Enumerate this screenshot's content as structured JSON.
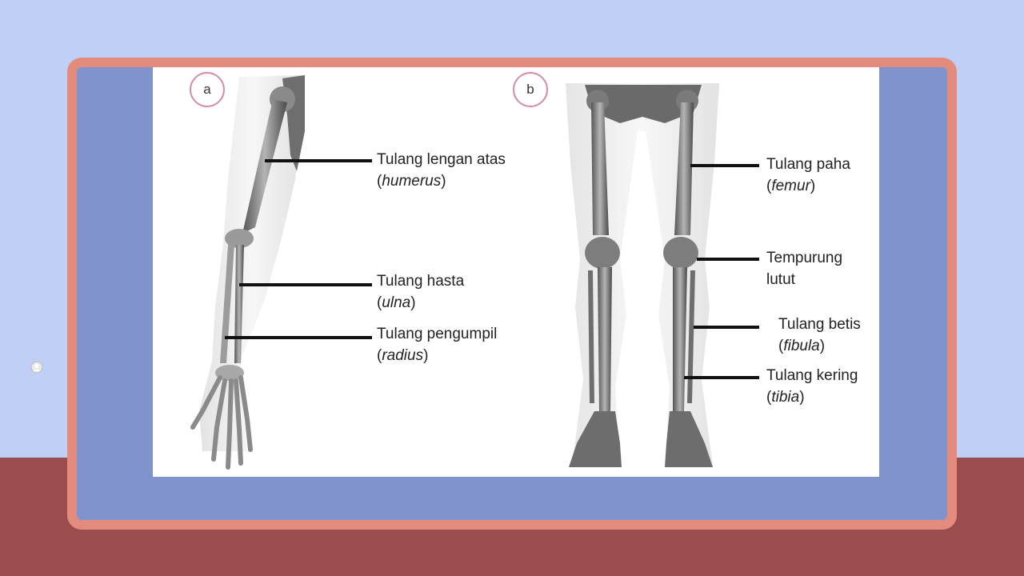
{
  "panels": {
    "a": {
      "letter": "a"
    },
    "b": {
      "letter": "b"
    }
  },
  "arm_labels": [
    {
      "name": "Tulang lengan atas",
      "latin": "humerus"
    },
    {
      "name": "Tulang hasta",
      "latin": "ulna"
    },
    {
      "name": "Tulang pengumpil",
      "latin": "radius"
    }
  ],
  "leg_labels": [
    {
      "name": "Tulang paha",
      "latin": "femur"
    },
    {
      "name": "Tempurung",
      "name2": "lutut"
    },
    {
      "name": "Tulang betis",
      "latin": "fibula"
    },
    {
      "name": "Tulang kering",
      "latin": "tibia"
    }
  ],
  "colors": {
    "background": "#c0cff5",
    "band": "#9b4c4e",
    "frame_border": "#e38c7d",
    "frame_fill": "#8193cc"
  }
}
